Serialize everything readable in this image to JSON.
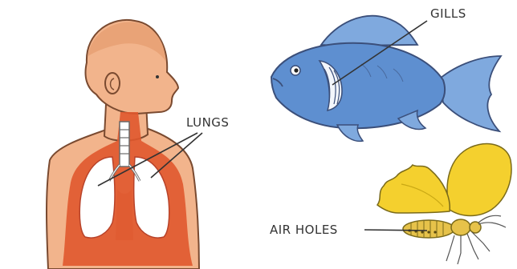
{
  "labels": {
    "gills": "GILLS",
    "lungs": "LUNGS",
    "air_holes": "AIR HOLES"
  },
  "colors": {
    "skin": "#F2B48C",
    "skin_outline": "#7A4A30",
    "airway": "#E0582E",
    "lung_fill": "#FFFFFF",
    "fish_body": "#5E8FD0",
    "fish_fin": "#7FA9DE",
    "fish_outline": "#3B4F7A",
    "butterfly_wing": "#F4D02E",
    "butterfly_body": "#E6C24A",
    "line": "#333333"
  }
}
